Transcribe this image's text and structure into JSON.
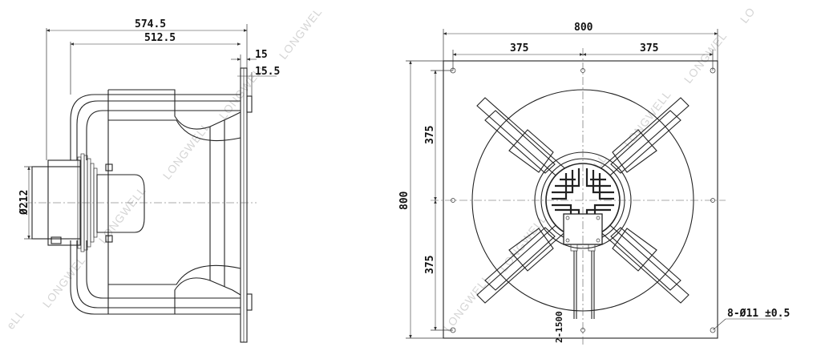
{
  "side_view": {
    "dim_total_depth": "574.5",
    "dim_body_depth": "512.5",
    "dim_plate_thickness": "15",
    "dim_flange_offset": "15.5",
    "dim_motor_diameter": "Ø212"
  },
  "front_view": {
    "dim_plate_width": "800",
    "dim_hole_left": "375",
    "dim_hole_right": "375",
    "dim_plate_height": "800",
    "dim_hole_top": "375",
    "dim_hole_bottom": "375",
    "dim_mount_holes": "8-Ø11 ±0.5",
    "dim_cable_length": "2-1500"
  },
  "watermark": {
    "text_full": "LONGWELL",
    "text_partial_1": "LONGWEL",
    "text_partial_2": "eLL",
    "text_partial_3": "LO"
  }
}
